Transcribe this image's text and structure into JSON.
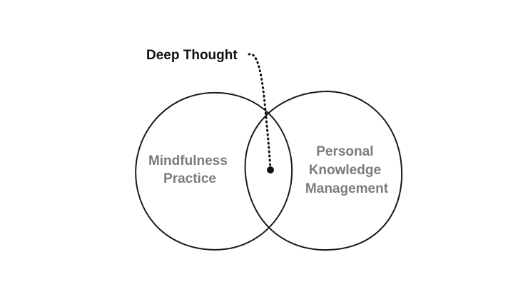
{
  "diagram": {
    "callout": "Deep Thought",
    "left_set": {
      "line1": "Mindfulness",
      "line2": "Practice"
    },
    "right_set": {
      "line1": "Personal",
      "line2": "Knowledge",
      "line3": "Management"
    }
  },
  "colors": {
    "outline": "#1a1a1a",
    "callout_text": "#111111",
    "set_label_text": "#7b7b7b",
    "background": "#ffffff"
  }
}
